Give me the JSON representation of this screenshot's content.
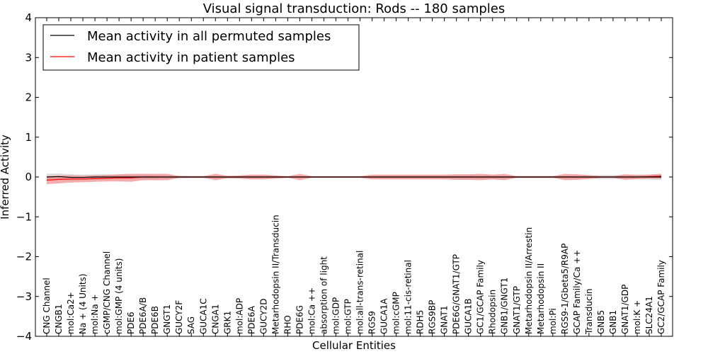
{
  "chart_data": {
    "type": "line",
    "title": "Visual signal transduction: Rods -- 180 samples",
    "xlabel": "Cellular Entities",
    "ylabel": "Inferred Activity",
    "ylim": [
      -4,
      4
    ],
    "yticks": [
      {
        "value": 4,
        "label": "4"
      },
      {
        "value": 3,
        "label": "3"
      },
      {
        "value": 2,
        "label": "2"
      },
      {
        "value": 1,
        "label": "1"
      },
      {
        "value": 0,
        "label": "0"
      },
      {
        "value": -1,
        "label": "−1"
      },
      {
        "value": -2,
        "label": "−2"
      },
      {
        "value": -3,
        "label": "−3"
      },
      {
        "value": -4,
        "label": "−4"
      }
    ],
    "grid": false,
    "legend_position": "top-left",
    "categories": [
      "CNG Channel",
      "CNGB1",
      "mol:Ca2+",
      "Na + (4 Units)",
      "mol:Na +",
      "cGMP/CNG Channel",
      "mol:GMP (4 units)",
      "PDE6",
      "PDE6A/B",
      "PDE6B",
      "GNGT1",
      "GUCY2F",
      "SAG",
      "GUCA1C",
      "CNGA1",
      "GRK1",
      "mol:ADP",
      "PDE6A",
      "GUCY2D",
      "Metarhodopsin II/Transducin",
      "RHO",
      "PDE6G",
      "mol:Ca ++",
      "absorption of light",
      "mol:GDP",
      "mol:GTP",
      "mol:all-trans-retinal",
      "RGS9",
      "GUCA1A",
      "mol:cGMP",
      "mol:11-cis-retinal",
      "RDH5",
      "RGS9BP",
      "GNAT1",
      "PDE6G/GNAT1/GTP",
      "GUCA1B",
      "GC1/GCAP Family",
      "Rhodopsin",
      "GNB1/GNGT1",
      "GNAT1/GTP",
      "Metarhodopsin II/Arrestin",
      "Metarhodopsin II",
      "mol:Pi",
      "RGS9-1/Gbeta5/R9AP",
      "GCAP Family/Ca ++",
      "Transducin",
      "GNB5",
      "GNB1",
      "GNAT1/GDP",
      "mol:K +",
      "SLC24A1",
      "GC2/GCAP Family"
    ],
    "series": [
      {
        "name": "Mean activity in all permuted samples",
        "color": "#000000",
        "band_color": "#cccccc",
        "values": [
          0.0,
          0.01,
          -0.01,
          -0.01,
          0.0,
          0.0,
          0.0,
          0.0,
          0.0,
          0.0,
          0.0,
          0.0,
          0.0,
          0.0,
          0.0,
          0.0,
          0.0,
          0.0,
          0.0,
          0.0,
          0.0,
          0.0,
          0.0,
          0.0,
          0.0,
          0.0,
          0.0,
          0.0,
          0.0,
          0.0,
          0.0,
          0.0,
          0.0,
          0.0,
          0.0,
          0.0,
          0.0,
          0.0,
          0.0,
          0.0,
          0.0,
          0.0,
          0.0,
          0.0,
          0.0,
          0.0,
          0.0,
          0.0,
          0.0,
          0.0,
          0.0,
          0.0
        ],
        "band": [
          0.08,
          0.08,
          0.08,
          0.07,
          0.07,
          0.07,
          0.06,
          0.06,
          0.06,
          0.06,
          0.05,
          0.04,
          0.03,
          0.03,
          0.04,
          0.03,
          0.03,
          0.04,
          0.04,
          0.03,
          0.02,
          0.02,
          0.02,
          0.02,
          0.02,
          0.02,
          0.02,
          0.03,
          0.04,
          0.04,
          0.04,
          0.04,
          0.04,
          0.04,
          0.05,
          0.05,
          0.05,
          0.05,
          0.04,
          0.03,
          0.03,
          0.03,
          0.03,
          0.04,
          0.04,
          0.04,
          0.05,
          0.05,
          0.05,
          0.06,
          0.06,
          0.07
        ]
      },
      {
        "name": "Mean activity in patient samples",
        "color": "#ff0000",
        "band_color": "#f08080",
        "values": [
          -0.08,
          -0.06,
          -0.05,
          -0.05,
          -0.04,
          -0.03,
          -0.02,
          -0.02,
          0.0,
          0.0,
          0.0,
          0.0,
          0.0,
          0.0,
          0.0,
          0.0,
          0.0,
          0.0,
          0.0,
          0.0,
          0.0,
          0.0,
          0.0,
          0.0,
          0.0,
          0.0,
          0.0,
          0.0,
          0.0,
          0.0,
          0.0,
          0.0,
          0.0,
          0.0,
          0.0,
          0.0,
          0.0,
          0.0,
          0.0,
          0.0,
          0.0,
          0.0,
          0.0,
          0.0,
          0.0,
          0.0,
          0.0,
          0.0,
          0.0,
          0.0,
          0.01,
          0.02
        ],
        "band": [
          0.1,
          0.1,
          0.09,
          0.08,
          0.08,
          0.08,
          0.09,
          0.1,
          0.08,
          0.08,
          0.08,
          0.02,
          0.02,
          0.02,
          0.08,
          0.03,
          0.04,
          0.06,
          0.06,
          0.04,
          0.02,
          0.08,
          0.02,
          0.02,
          0.02,
          0.02,
          0.02,
          0.06,
          0.06,
          0.06,
          0.06,
          0.06,
          0.06,
          0.06,
          0.07,
          0.07,
          0.08,
          0.06,
          0.08,
          0.02,
          0.02,
          0.02,
          0.02,
          0.08,
          0.07,
          0.05,
          0.02,
          0.02,
          0.07,
          0.05,
          0.05,
          0.06
        ]
      }
    ]
  }
}
